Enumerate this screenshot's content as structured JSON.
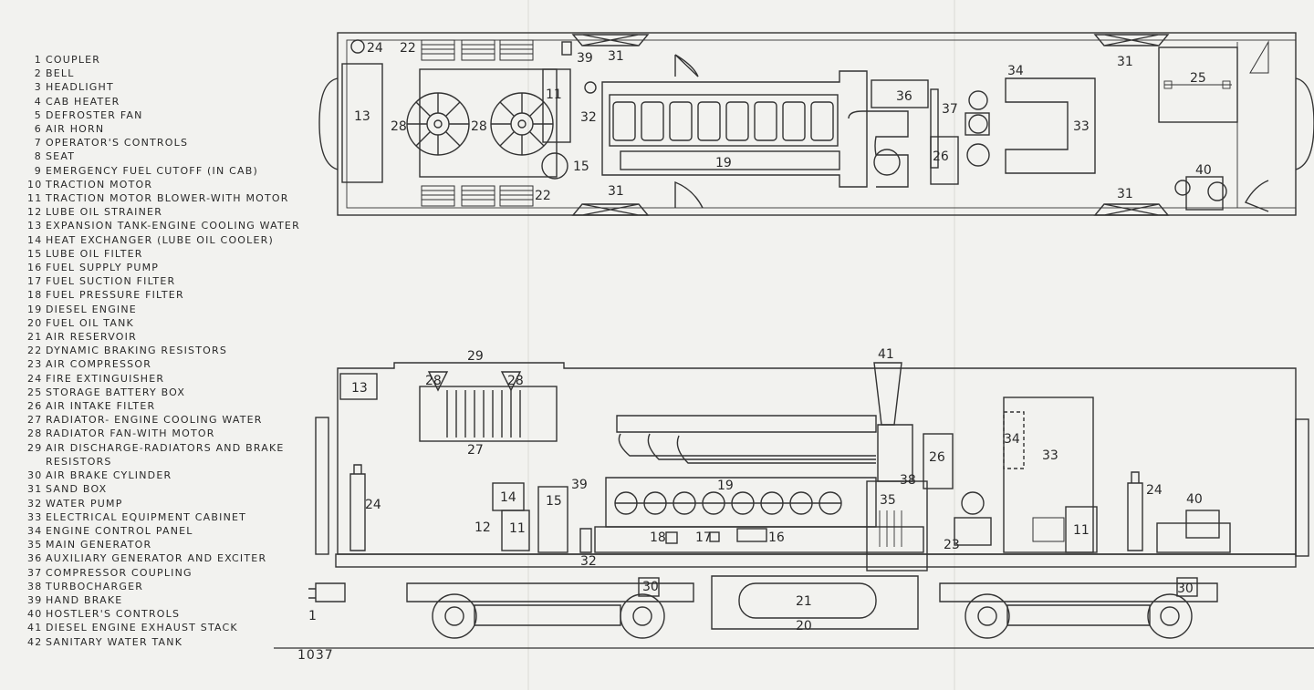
{
  "legend": [
    {
      "num": "1",
      "text": "COUPLER"
    },
    {
      "num": "2",
      "text": "BELL"
    },
    {
      "num": "3",
      "text": "HEADLIGHT"
    },
    {
      "num": "4",
      "text": "CAB HEATER"
    },
    {
      "num": "5",
      "text": "DEFROSTER FAN"
    },
    {
      "num": "6",
      "text": "AIR HORN"
    },
    {
      "num": "7",
      "text": "OPERATOR'S CONTROLS"
    },
    {
      "num": "8",
      "text": "SEAT"
    },
    {
      "num": "9",
      "text": "EMERGENCY FUEL CUTOFF (IN CAB)"
    },
    {
      "num": "10",
      "text": "TRACTION MOTOR"
    },
    {
      "num": "11",
      "text": "TRACTION MOTOR BLOWER-WITH MOTOR"
    },
    {
      "num": "12",
      "text": "LUBE OIL STRAINER"
    },
    {
      "num": "13",
      "text": "EXPANSION TANK-ENGINE COOLING WATER"
    },
    {
      "num": "14",
      "text": "HEAT EXCHANGER (LUBE OIL COOLER)"
    },
    {
      "num": "15",
      "text": "LUBE OIL FILTER"
    },
    {
      "num": "16",
      "text": "FUEL SUPPLY PUMP"
    },
    {
      "num": "17",
      "text": "FUEL SUCTION FILTER"
    },
    {
      "num": "18",
      "text": "FUEL PRESSURE FILTER"
    },
    {
      "num": "19",
      "text": "DIESEL ENGINE"
    },
    {
      "num": "20",
      "text": "FUEL OIL TANK"
    },
    {
      "num": "21",
      "text": "AIR RESERVOIR"
    },
    {
      "num": "22",
      "text": "DYNAMIC BRAKING RESISTORS"
    },
    {
      "num": "23",
      "text": "AIR COMPRESSOR"
    },
    {
      "num": "24",
      "text": "FIRE EXTINGUISHER"
    },
    {
      "num": "25",
      "text": "STORAGE BATTERY BOX"
    },
    {
      "num": "26",
      "text": "AIR INTAKE FILTER"
    },
    {
      "num": "27",
      "text": "RADIATOR- ENGINE COOLING WATER"
    },
    {
      "num": "28",
      "text": "RADIATOR FAN-WITH MOTOR"
    },
    {
      "num": "29",
      "text": "AIR DISCHARGE-RADIATORS AND BRAKE"
    },
    {
      "num": "",
      "text": "RESISTORS"
    },
    {
      "num": "30",
      "text": "AIR BRAKE CYLINDER"
    },
    {
      "num": "31",
      "text": "SAND BOX"
    },
    {
      "num": "32",
      "text": "WATER PUMP"
    },
    {
      "num": "33",
      "text": "ELECTRICAL EQUIPMENT CABINET"
    },
    {
      "num": "34",
      "text": "ENGINE CONTROL PANEL"
    },
    {
      "num": "35",
      "text": "MAIN GENERATOR"
    },
    {
      "num": "36",
      "text": "AUXILIARY GENERATOR AND EXCITER"
    },
    {
      "num": "37",
      "text": "COMPRESSOR COUPLING"
    },
    {
      "num": "38",
      "text": "TURBOCHARGER"
    },
    {
      "num": "39",
      "text": "HAND BRAKE"
    },
    {
      "num": "40",
      "text": "HOSTLER'S CONTROLS"
    },
    {
      "num": "41",
      "text": "DIESEL ENGINE EXHAUST STACK"
    },
    {
      "num": "42",
      "text": "SANITARY WATER TANK"
    }
  ],
  "page_code": "1037",
  "plan_labels": {
    "l24": "24",
    "l22a": "22",
    "l39": "39",
    "l31a": "31",
    "l31b": "31",
    "l34": "34",
    "l25": "25",
    "l13": "13",
    "l28a": "28",
    "l28b": "28",
    "l11": "11",
    "l32": "32",
    "l36": "36",
    "l37": "37",
    "l33": "33",
    "l26": "26",
    "l19": "19",
    "l15": "15",
    "l22b": "22",
    "l31c": "31",
    "l31d": "31",
    "l40": "40"
  },
  "elev_labels": {
    "l29": "29",
    "l41": "41",
    "l13": "13",
    "l28a": "28",
    "l28b": "28",
    "l27": "27",
    "l34": "34",
    "l33": "33",
    "l26": "26",
    "l24a": "24",
    "l24b": "24",
    "l40": "40",
    "l39": "39",
    "l19": "19",
    "l38": "38",
    "l14": "14",
    "l15": "15",
    "l12": "12",
    "l11a": "11",
    "l35": "35",
    "l18": "18",
    "l17": "17",
    "l16": "16",
    "l23": "23",
    "l11b": "11",
    "l32": "32",
    "l30a": "30",
    "l30b": "30",
    "l21": "21",
    "l20": "20",
    "l1": "1"
  }
}
